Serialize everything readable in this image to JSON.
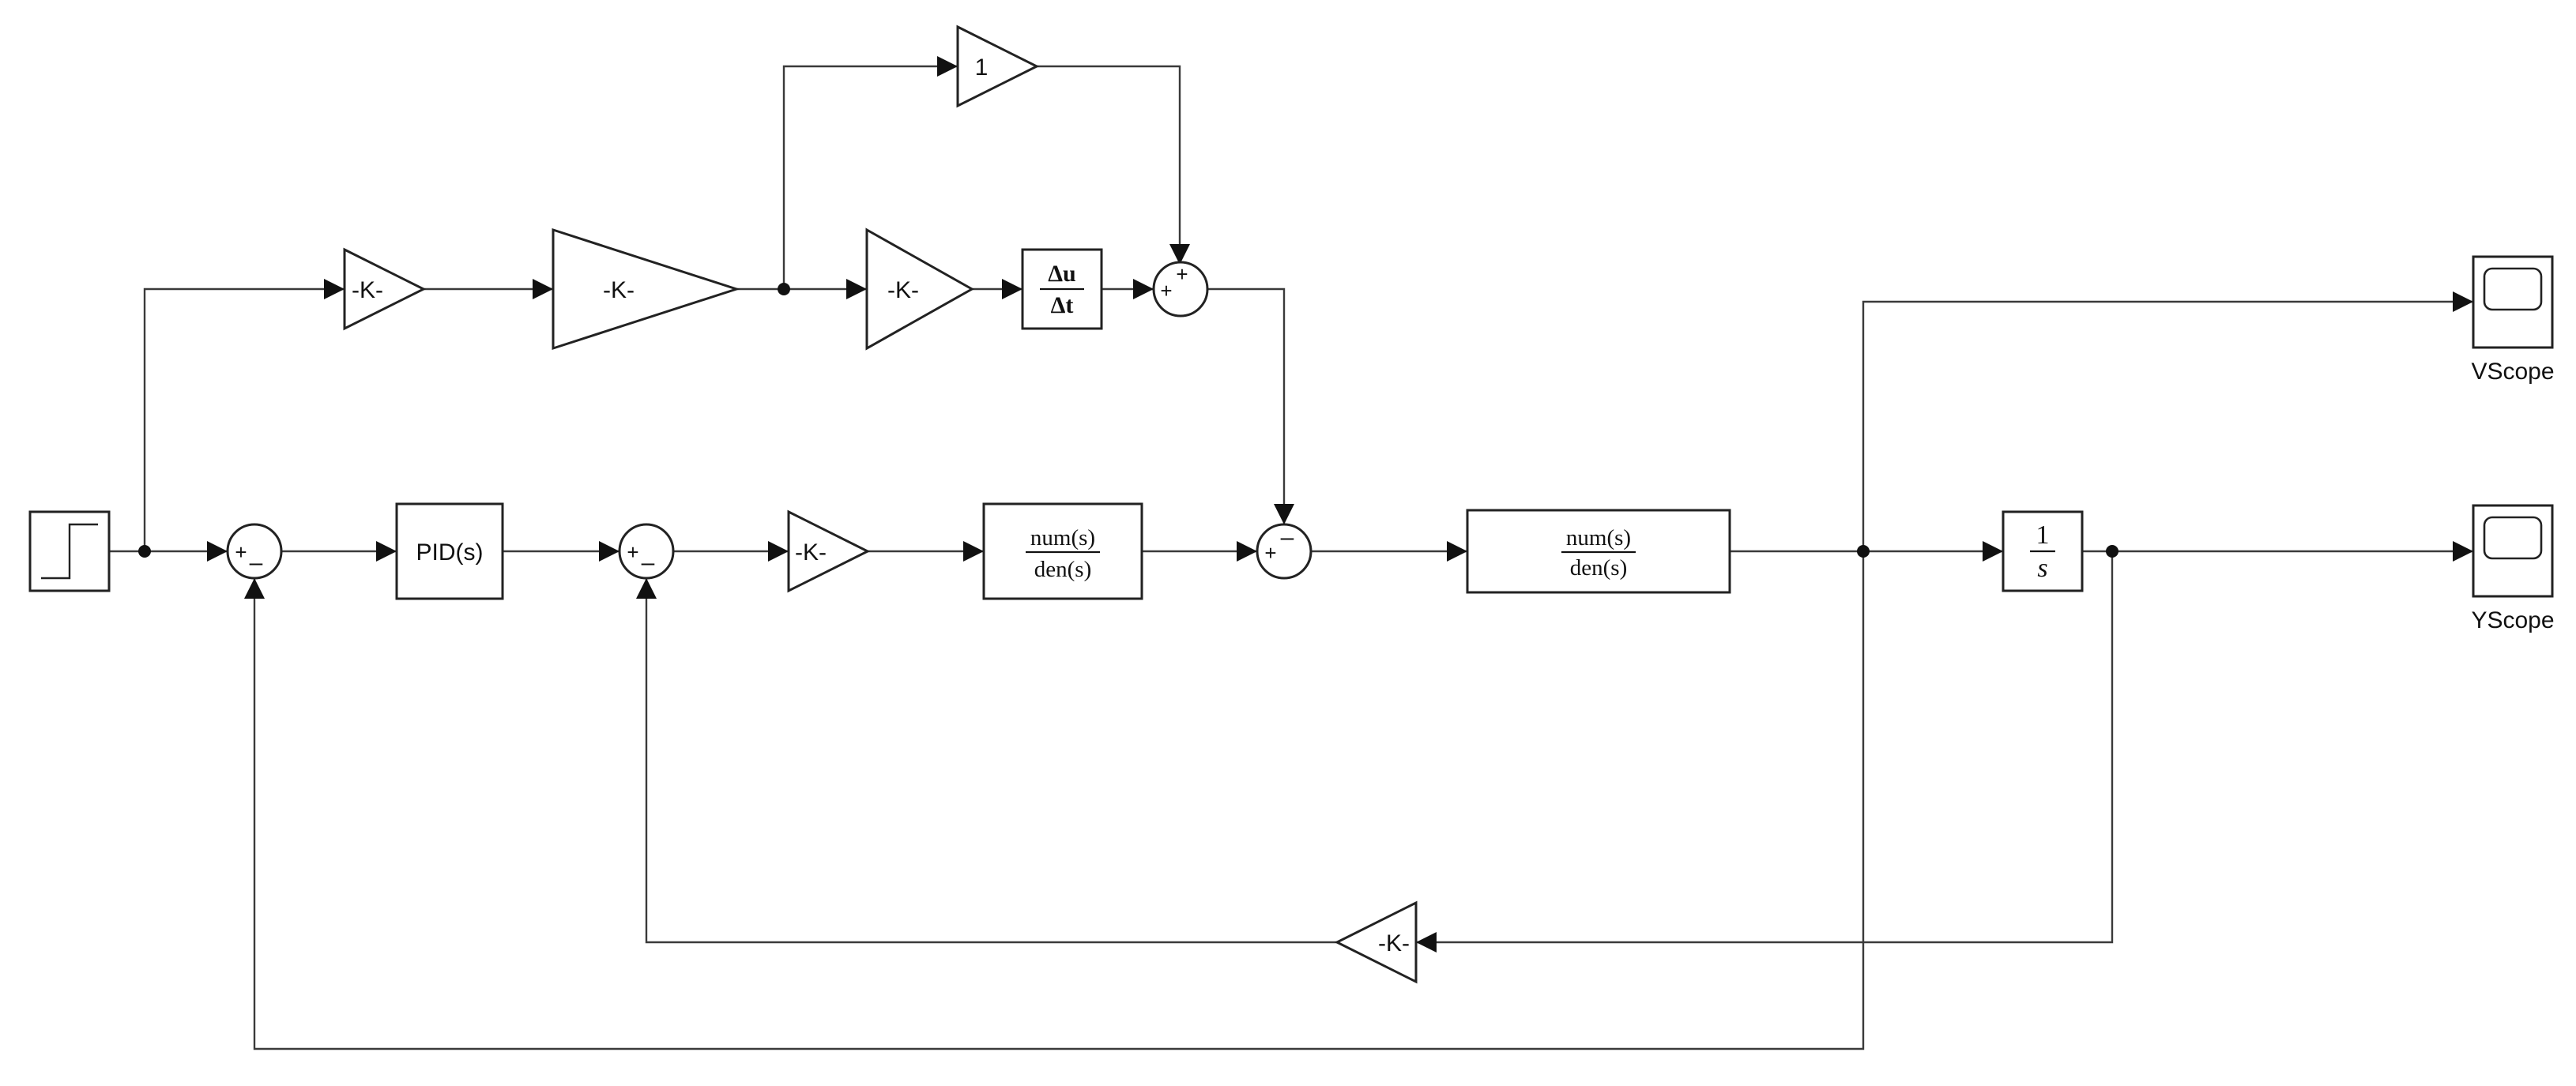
{
  "blocks": {
    "gain_top1": "-K-",
    "gain_top2": "-K-",
    "gain_top3": "-K-",
    "gain_unity": "1",
    "derivative_num": "Δu",
    "derivative_den": "Δt",
    "pid": "PID(s)",
    "gain_inner": "-K-",
    "tf1_num": "num(s)",
    "tf1_den": "den(s)",
    "tf2_num": "num(s)",
    "tf2_den": "den(s)",
    "integrator_num": "1",
    "integrator_den": "s",
    "gain_feedback": "-K-",
    "vscope_label": "VScope",
    "yscope_label": "YScope"
  },
  "signs": {
    "sum1_top": "+",
    "sum1_bottom": "–",
    "sum2_top": "+",
    "sum2_bottom": "–",
    "sum_deriv_left": "+",
    "sum_deriv_top": "+",
    "sum3_left": "+",
    "sum3_top": "–"
  }
}
